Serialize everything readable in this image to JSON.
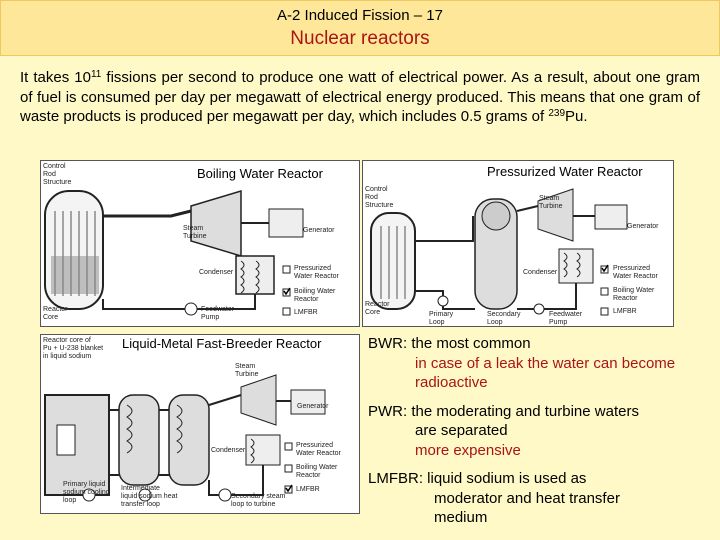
{
  "header": {
    "title": "A-2 Induced Fission – 17",
    "subtitle": "Nuclear reactors"
  },
  "intro": {
    "part1": "It takes 10",
    "exp1": "11",
    "part2": " fissions per second to produce one watt of electrical power. As a result, about one gram of fuel is consumed per day per megawatt of electrical energy produced. This means that one gram of waste products is produced per megawatt per day, which includes 0.5 grams of ",
    "exp2": "239",
    "part3": "Pu."
  },
  "diagrams": {
    "bwr": {
      "title": "Boiling Water Reactor",
      "labels": {
        "control_rod": "Control\nRod\nStructure",
        "steam_turbine": "Steam\nTurbine",
        "generator": "Generator",
        "condenser": "Condenser",
        "reactor_core": "Reactor\nCore",
        "feedwater_pump": "Feedwater\nPump",
        "pwr": "Pressurized\nWater Reactor",
        "bwr": "Boiling Water\nReactor",
        "lmfbr": "LMFBR"
      }
    },
    "pwr": {
      "title": "Pressurized Water Reactor",
      "labels": {
        "control_rod": "Control\nRod\nStructure",
        "steam_turbine": "Steam\nTurbine",
        "generator": "Generator",
        "condenser": "Condenser",
        "reactor_core": "Reactor\nCore",
        "primary_loop": "Primary\nLoop",
        "secondary_loop": "Secondary\nLoop",
        "feedwater_pump": "Feedwater\nPump",
        "pwr": "Pressurized\nWater Reactor",
        "bwr": "Boiling Water\nReactor",
        "lmfbr": "LMFBR"
      }
    },
    "lmfbr": {
      "title": "Liquid-Metal Fast-Breeder Reactor",
      "labels": {
        "reactor_core": "Reactor core of\nPu + U-238 blanket\nin liquid sodium",
        "steam_turbine": "Steam\nTurbine",
        "generator": "Generator",
        "condenser": "Condenser",
        "primary_loop": "Primary liquid\nsodium cooling\nloop",
        "intermediate_loop": "Intermediate\nliquid sodium heat\ntransfer loop",
        "secondary_loop": "Secondary steam\nloop to turbine",
        "pwr": "Pressurized\nWater Reactor",
        "bwr": "Boiling Water\nReactor",
        "lmfbr": "LMFBR"
      }
    }
  },
  "notes": {
    "bwr_head": "BWR: the most common",
    "bwr_sub": "in case of a leak the water can become radioactive",
    "pwr_head": "PWR: the moderating and turbine waters",
    "pwr_cont": "are separated",
    "pwr_sub": "more expensive",
    "lmfbr_head": "LMFBR: liquid sodium is used as",
    "lmfbr_cont1": "moderator and heat transfer",
    "lmfbr_cont2": "medium"
  }
}
